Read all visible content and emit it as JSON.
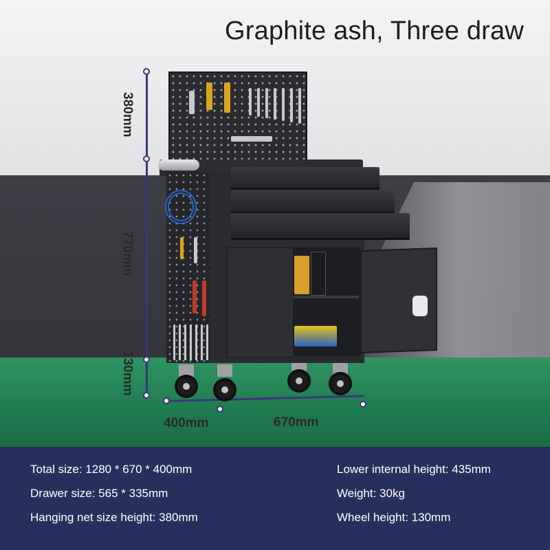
{
  "title": "Graphite ash, Three draw",
  "dimensions": {
    "hanging_height": "380mm",
    "cabinet_height": "770mm",
    "wheel_height": "130mm",
    "depth": "400mm",
    "width": "670mm"
  },
  "specs": {
    "total_size": "Total size: 1280 * 670 * 400mm",
    "drawer_size": "Drawer size: 565 * 335mm",
    "hanging_net_size": "Hanging net size height: 380mm",
    "lower_internal_height": "Lower internal height: 435mm",
    "weight": "Weight: 30kg",
    "wheel_height": "Wheel height: 130mm"
  },
  "colors": {
    "spec_band": "#27305d",
    "floor": "#2f9462",
    "dimension_line": "#383877"
  },
  "icons": [
    "tool-cart-image",
    "pegboard",
    "hose-coil"
  ]
}
